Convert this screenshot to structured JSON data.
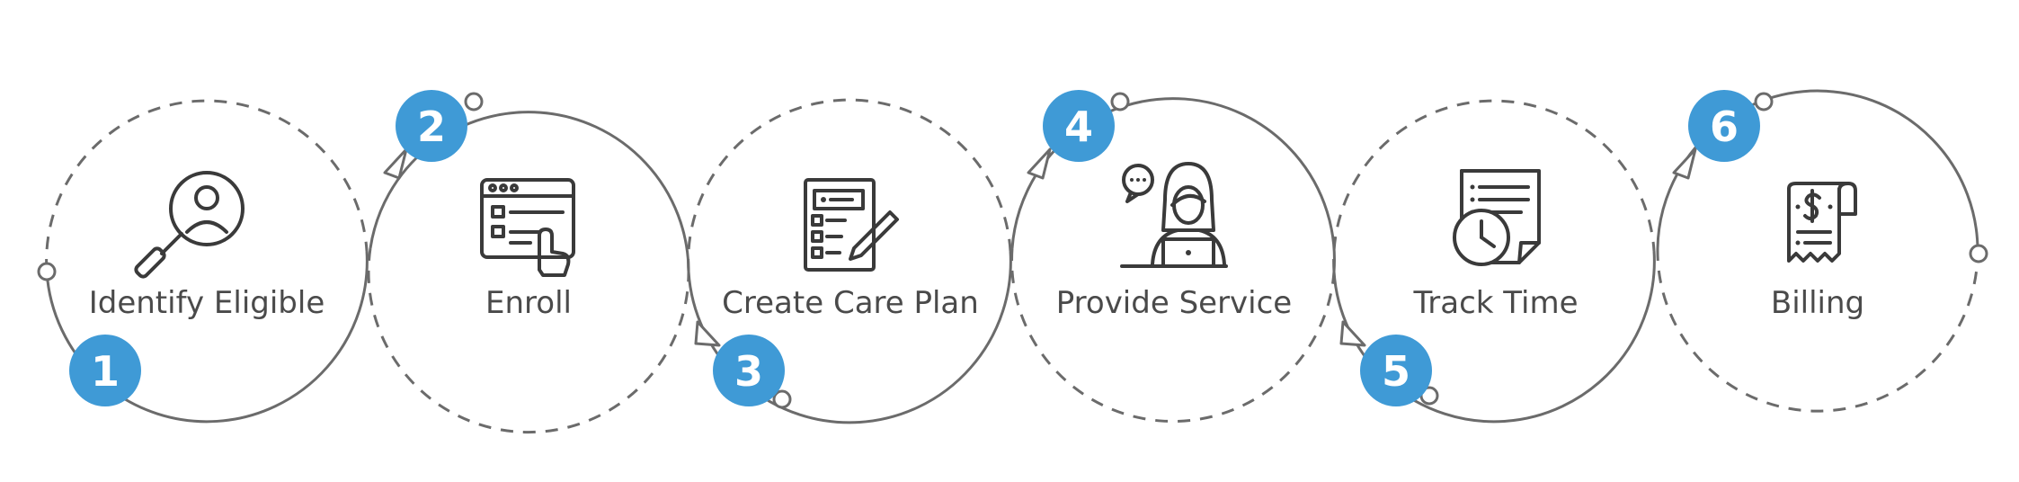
{
  "colors": {
    "badge": "#3f9ad6",
    "ring": "#6b6b6b",
    "label": "#4a4a4a",
    "icon": "#3a3a3a"
  },
  "steps": [
    {
      "number": "1",
      "label": "Identify Eligible",
      "icon": "search-person-icon"
    },
    {
      "number": "2",
      "label": "Enroll",
      "icon": "checklist-click-icon"
    },
    {
      "number": "3",
      "label": "Create Care Plan",
      "icon": "care-plan-document-icon"
    },
    {
      "number": "4",
      "label": "Provide Service",
      "icon": "support-agent-icon"
    },
    {
      "number": "5",
      "label": "Track Time",
      "icon": "clock-document-icon"
    },
    {
      "number": "6",
      "label": "Billing",
      "icon": "invoice-receipt-icon"
    }
  ]
}
